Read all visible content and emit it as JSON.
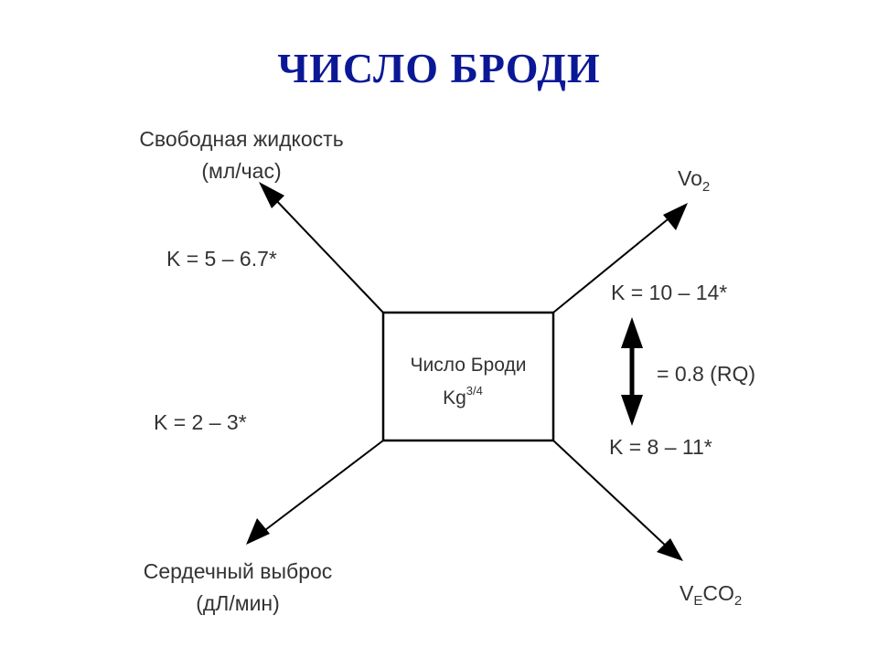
{
  "title": "ЧИСЛО БРОДИ",
  "center": {
    "line1": "Число Броди",
    "base": "Kg",
    "exponent": "3/4"
  },
  "top_left": {
    "line1": "Свободная жидкость",
    "line2": "(мл/час)",
    "k": "K = 5 – 6.7*"
  },
  "bottom_left": {
    "line1": "Сердечный выброс",
    "line2": "(дЛ/мин)",
    "k": "K = 2 – 3*"
  },
  "top_right": {
    "label": "Vo",
    "sub": "2",
    "k": "K = 10 – 14*"
  },
  "bottom_right": {
    "label_v": "V",
    "sub_e": "E",
    "label_co": "CO",
    "sub_2": "2",
    "k": "K = 8 – 11*"
  },
  "ratio": "= 0.8 (RQ)"
}
